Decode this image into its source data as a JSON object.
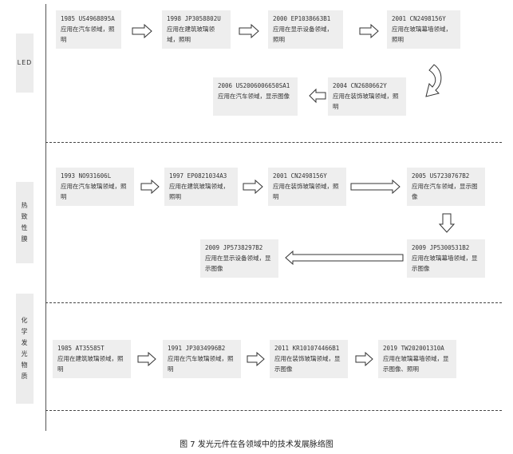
{
  "sections": [
    {
      "label": "LED"
    },
    {
      "label": "热\n致\n性\n膜"
    },
    {
      "label": "化\n学\n发\n光\n物\n质"
    }
  ],
  "nodes": {
    "led": [
      {
        "code": "1985 US4968895A",
        "desc": "应用在汽车领域，照明"
      },
      {
        "code": "1998 JP3058802U",
        "desc": "应用在建筑玻璃领域，照明"
      },
      {
        "code": "2000 EP1038663B1",
        "desc": "应用在显示设备领域，照明"
      },
      {
        "code": "2001 CN2498156Y",
        "desc": "应用在玻璃幕墙领域，照明"
      },
      {
        "code": "2004 CN2680662Y",
        "desc": "应用在装饰玻璃领域，照明"
      },
      {
        "code": "2006 US2006006650SA1",
        "desc": "应用在汽车领域，显示图像"
      }
    ],
    "thermo": [
      {
        "code": "1993 NO931606L",
        "desc": "应用在汽车玻璃领域，照明"
      },
      {
        "code": "1997 EP0821034A3",
        "desc": "应用在建筑玻璃领域，照明"
      },
      {
        "code": "2001 CN2498156Y",
        "desc": "应用在装饰玻璃领域，照明"
      },
      {
        "code": "2005 US7230767B2",
        "desc": "应用在汽车领域，显示图像"
      },
      {
        "code": "2009 JP5300531B2",
        "desc": "应用在玻璃幕墙领域，显示图像"
      },
      {
        "code": "2009 JP5738297B2",
        "desc": "应用在显示设备领域，显示图像"
      }
    ],
    "chem": [
      {
        "code": "1985 AT35585T",
        "desc": "应用在建筑玻璃领域，照明"
      },
      {
        "code": "1991 JP3034996B2",
        "desc": "应用在汽车玻璃领域，照明"
      },
      {
        "code": "2011 KR101074466B1",
        "desc": "应用在装饰玻璃领域，显示图像"
      },
      {
        "code": "2019 TW202001310A",
        "desc": "应用在玻璃幕墙领域，显示图像、照明"
      }
    ]
  },
  "caption": "图 7  发光元件在各领域中的技术发展脉络图"
}
